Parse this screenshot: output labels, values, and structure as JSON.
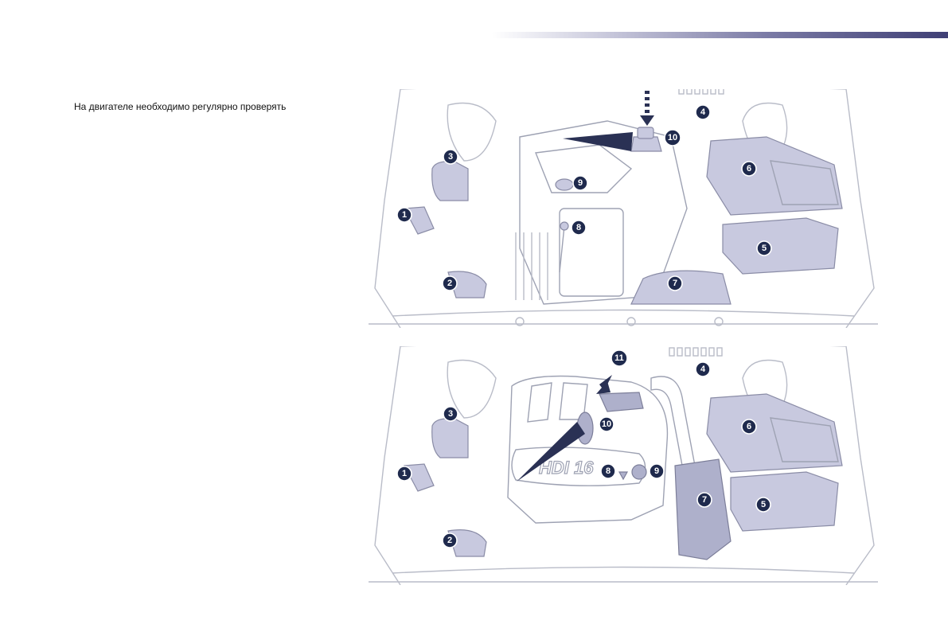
{
  "page": {
    "intro_text": "На двигателе необходимо регулярно проверять"
  },
  "colors": {
    "header_gradient_end": "#3f3f75",
    "marker_fill": "#1f2a4d",
    "component_highlight": "#c8c9df"
  },
  "diagrams": [
    {
      "id": "top",
      "markers": [
        "1",
        "2",
        "3",
        "4",
        "5",
        "6",
        "7",
        "8",
        "9",
        "10"
      ]
    },
    {
      "id": "bottom",
      "engine_cover_text": "HDI 16",
      "markers": [
        "1",
        "2",
        "3",
        "4",
        "5",
        "6",
        "7",
        "8",
        "9",
        "10",
        "11"
      ]
    }
  ]
}
